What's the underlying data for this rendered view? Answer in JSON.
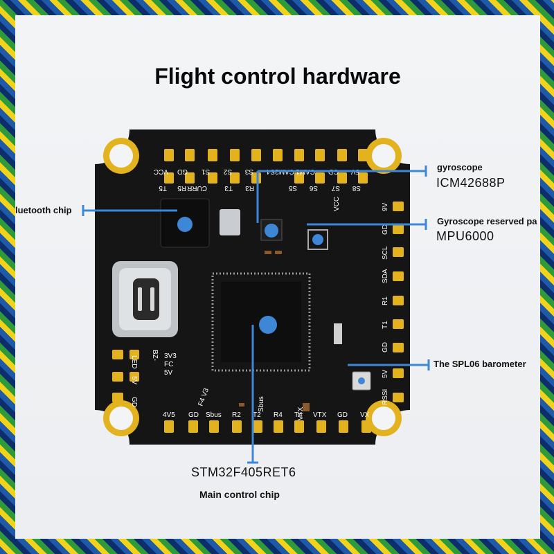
{
  "title": "Flight control hardware",
  "annotations": {
    "bluetooth": "luetooth chip",
    "gyro_label": "gyroscope",
    "gyro_model": "ICM42688P",
    "reserved_label": "Gyroscope reserved pa",
    "reserved_model": "MPU6000",
    "barometer": "The SPL06 barometer",
    "mcu_model": "STM32F405RET6",
    "mcu_label": "Main control chip"
  },
  "board": {
    "top_pads": [
      "VCC",
      "GD",
      "S1",
      "S2",
      "S3",
      "S4",
      "CAM2",
      "CAM1",
      "GD",
      "5V"
    ],
    "top_row2": [
      "T5",
      "R5",
      "CURR",
      "T3",
      "R3",
      "S5",
      "S6",
      "S7",
      "S8"
    ],
    "right_pads": [
      "9V",
      "GD",
      "SCL",
      "SDA",
      "R1",
      "T1",
      "GD",
      "5V",
      "RSSI"
    ],
    "left_pads": [
      "LED",
      "5V",
      "GD"
    ],
    "bottom_pads": [
      "4V5",
      "GD",
      "Sbus",
      "R2",
      "T2",
      "R4",
      "T4",
      "VTX",
      "GD",
      "VX"
    ],
    "left_small": [
      "BZ-",
      "3V3",
      "FC",
      "5V"
    ],
    "board_name": "F4 V3",
    "vcc_mark": "VCC",
    "sbus_mark": "Sbus",
    "vtx_mark": "VTX"
  },
  "colors": {
    "pcb": "#151515",
    "gold": "#e2b21f",
    "line": "#3e87d6",
    "dot": "#3e87d6"
  }
}
